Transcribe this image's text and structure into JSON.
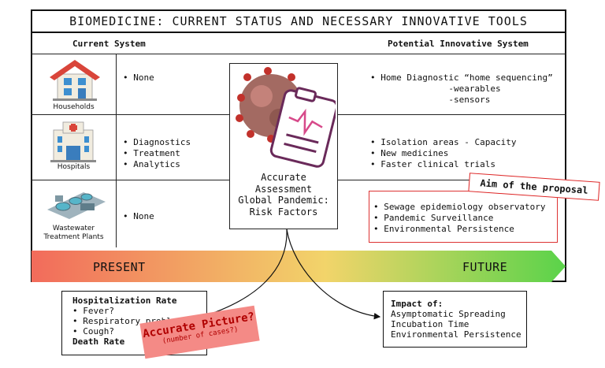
{
  "title": "BIOMEDICINE: CURRENT STATUS AND NECESSARY INNOVATIVE TOOLS",
  "headers": {
    "current": "Current System",
    "potential": "Potential Innovative System"
  },
  "rows": [
    {
      "label": "Households",
      "current": [
        "None"
      ],
      "potential": [
        "Home Diagnostic “home sequencing”",
        "-wearables",
        "-sensors"
      ]
    },
    {
      "label": "Hospitals",
      "current": [
        "Diagnostics",
        "Treatment",
        "Analytics"
      ],
      "potential": [
        "Isolation areas - Capacity",
        "New medicines",
        "Faster clinical trials"
      ]
    },
    {
      "label_lines": [
        "Wastewater",
        "Treatment Plants"
      ],
      "current": [
        "None"
      ],
      "potential": [
        "Sewage epidemiology observatory",
        "Pandemic Surveillance",
        "Environmental Persistence"
      ]
    }
  ],
  "center": {
    "lines": [
      "Accurate",
      "Assessment",
      "Global Pandemic:",
      "Risk Factors"
    ]
  },
  "aim_label": "Aim of the proposal",
  "timeline": {
    "present": "PRESENT",
    "future": "FUTURE"
  },
  "hospitalization_box": {
    "title": "Hospitalization Rate",
    "items": [
      "Fever?",
      "Respiratory problems?",
      "Cough?"
    ],
    "footer": "Death Rate"
  },
  "impact_box": {
    "title": "Impact of:",
    "lines": [
      "Asymptomatic Spreading",
      "Incubation Time",
      "Environmental Persistence"
    ]
  },
  "accurate_picture": {
    "line1": "Accurate Picture?",
    "line2": "(number of cases?)"
  },
  "colors": {
    "gradient_start": "#f26b5b",
    "gradient_mid": "#f2d46a",
    "gradient_end": "#5ad34a",
    "stamp_red": "#f48a86"
  }
}
